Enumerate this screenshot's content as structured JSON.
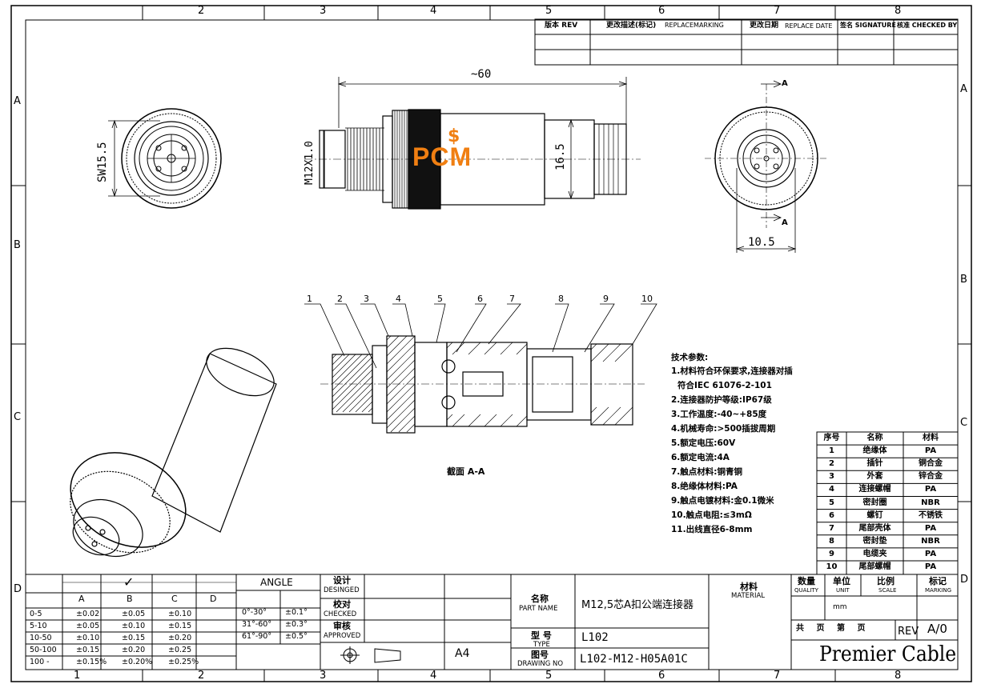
{
  "zones": {
    "columns": [
      "2",
      "3",
      "4",
      "5",
      "6",
      "7",
      "8"
    ],
    "rows": [
      "A",
      "B",
      "C",
      "D"
    ]
  },
  "revision_table": {
    "headers": [
      "版本 REV",
      "更改描述(标记)",
      "REPLACEMARKING",
      "更改日期",
      "REPLACE DATE",
      "签名 SIGNATURE",
      "核准 CHECKED BY"
    ]
  },
  "dimensions": {
    "overall_length": "~60",
    "thread": "M12X1.0",
    "body_diameter": "16.5",
    "wrench": "SW15.5",
    "face_width": "10.5",
    "section_marker": "A"
  },
  "logo": {
    "text": "PCM",
    "color": "#f07f12"
  },
  "section": {
    "callouts": [
      "1",
      "2",
      "3",
      "4",
      "5",
      "6",
      "7",
      "8",
      "9",
      "10"
    ],
    "caption": "截面 A-A"
  },
  "tech_specs": {
    "heading": "技术参数:",
    "items": [
      "1.材料符合环保要求,连接器对插",
      "符合IEC 61076-2-101",
      "2.连接器防护等级:IP67级",
      "3.工作温度:-40~+85度",
      "4.机械寿命:>500插拔周期",
      "5.额定电压:60V",
      "6.额定电流:4A",
      "7.触点材料:铜青铜",
      "8.绝缘体材料:PA",
      "9.触点电镀材料:金0.1微米",
      "10.触点电阻:≤3mΩ",
      "11.出线直径6-8mm"
    ]
  },
  "bom": {
    "headers": [
      "序号",
      "名称",
      "材料"
    ],
    "rows": [
      [
        "1",
        "绝缘体",
        "PA"
      ],
      [
        "2",
        "插针",
        "铜合金"
      ],
      [
        "3",
        "外套",
        "锌合金"
      ],
      [
        "4",
        "连接螺帽",
        "PA"
      ],
      [
        "5",
        "密封圈",
        "NBR"
      ],
      [
        "6",
        "螺钉",
        "不锈铁"
      ],
      [
        "7",
        "尾部壳体",
        "PA"
      ],
      [
        "8",
        "密封垫",
        "NBR"
      ],
      [
        "9",
        "电缆夹",
        "PA"
      ],
      [
        "10",
        "尾部螺帽",
        "PA"
      ]
    ]
  },
  "tolerance": {
    "headers": [
      "",
      "A",
      "B",
      "C",
      "D"
    ],
    "check_mark": "✓",
    "rows": [
      [
        "0-5",
        "±0.02",
        "±0.05",
        "±0.10",
        ""
      ],
      [
        "5-10",
        "±0.05",
        "±0.10",
        "±0.15",
        ""
      ],
      [
        "10-50",
        "±0.10",
        "±0.15",
        "±0.20",
        ""
      ],
      [
        "50-100",
        "±0.15",
        "±0.20",
        "±0.25",
        ""
      ],
      [
        "100 -",
        "±0.15%",
        "±0.20%",
        "±0.25%",
        ""
      ]
    ],
    "angle_header": "ANGLE",
    "angle_rows": [
      [
        "0°-30°",
        "±0.1°"
      ],
      [
        "31°-60°",
        "±0.3°"
      ],
      [
        "61°-90°",
        "±0.5°"
      ]
    ]
  },
  "title_block": {
    "designed_cn": "设计",
    "designed_en": "DESINGED",
    "checked_cn": "校对",
    "checked_en": "CHECKED",
    "approved_cn": "审核",
    "approved_en": "APPROVED",
    "paper_size": "A4",
    "part_name_cn": "名称",
    "part_name_en": "PART NAME",
    "part_name": "M12,5芯A扣公端连接器",
    "type_cn": "型 号",
    "type_en": "TYPE",
    "type_value": "L102",
    "drawing_no_cn": "图号",
    "drawing_no_en": "DRAWING NO",
    "drawing_no": "L102-M12-H05A01C",
    "material_cn": "材料",
    "material_en": "MATERIAL",
    "quality_cn": "数量",
    "quality_en": "QUALITY",
    "unit_cn": "单位",
    "unit_en": "UNIT",
    "unit_value": "mm",
    "scale_cn": "比例",
    "scale_en": "SCALE",
    "marking_cn": "标记",
    "marking_en": "MARKING",
    "sheets_text": "共 页 第 页",
    "rev_label": "REV",
    "rev_value": "A/0",
    "company": "Premier Cable"
  }
}
